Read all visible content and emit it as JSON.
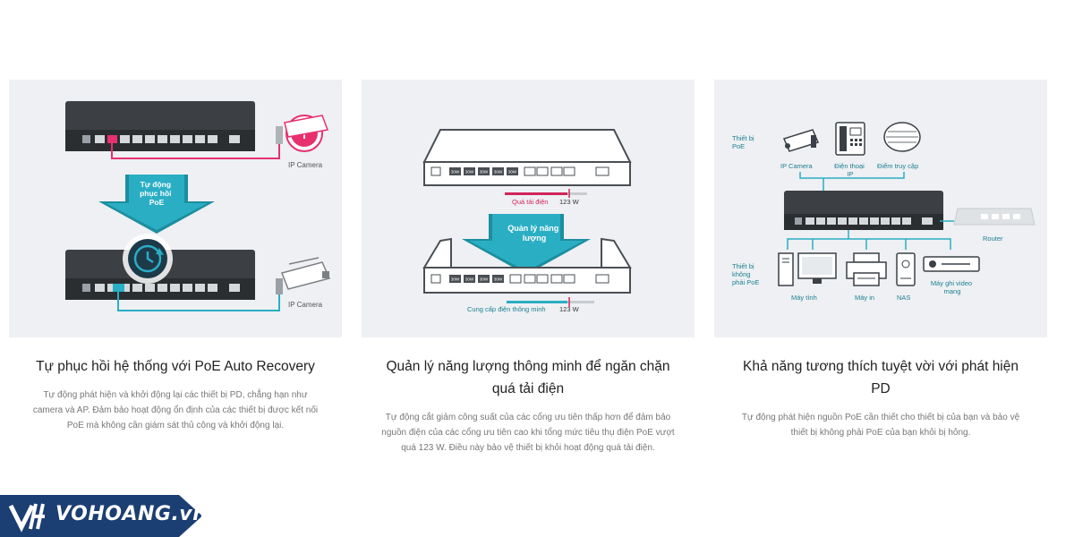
{
  "features": [
    {
      "title": "Tự phục hồi hệ thống với PoE Auto Recovery",
      "description": "Tự động phát hiện và khởi động lại các thiết bị PD, chẳng hạn như camera và AP. Đảm bảo hoạt động ổn định của các thiết bị được kết nối PoE mà không cần giám sát thủ công và khởi động lại.",
      "diagram": {
        "banner": [
          "Tự động",
          "phục hồi",
          "PoE"
        ],
        "device_top": "IP Camera",
        "device_bottom": "IP Camera"
      }
    },
    {
      "title": "Quản lý năng lượng thông minh để ngăn chặn quá tải điện",
      "description": "Tự động cắt giảm công suất của các cổng ưu tiên thấp hơn để đảm bảo nguồn điện của các cổng ưu tiên cao khi tổng mức tiêu thụ điện PoE vượt quá 123 W. Điều này bảo vệ thiết bị khỏi hoạt động quá tải điện.",
      "diagram": {
        "overload_label": "Quá tải điện",
        "wattage": "123 W",
        "banner": [
          "Quản lý năng",
          "lượng"
        ],
        "supply_label": "Cung cấp điện thông minh",
        "port_watts": [
          "30W",
          "30W",
          "30W",
          "30W"
        ]
      }
    },
    {
      "title": "Khả năng tương thích tuyệt vời với phát hiện PD",
      "description": "Tự động phát hiện nguồn PoE cần thiết cho thiết bị của bạn và bảo vệ thiết bị không phải PoE của bạn khỏi bị hỏng.",
      "diagram": {
        "poe_group": [
          "Thiết bị",
          "PoE"
        ],
        "nonpoe_group": [
          "Thiết bị",
          "không",
          "phải PoE"
        ],
        "ip_camera": "IP Camera",
        "ip_phone": [
          "Điện thoại",
          "IP"
        ],
        "access_point": "Điểm truy cập",
        "router": "Router",
        "computer": "Máy tính",
        "printer": "Máy in",
        "nas": "NAS",
        "recorder": [
          "Máy ghi video",
          "mạng"
        ]
      }
    }
  ],
  "brand": {
    "name": "VOHOANG.vn"
  },
  "colors": {
    "poe_pink": "#e8306e",
    "teal": "#2aaec4",
    "switch_dark": "#3c4044",
    "card_bg": "#eef0f3"
  }
}
